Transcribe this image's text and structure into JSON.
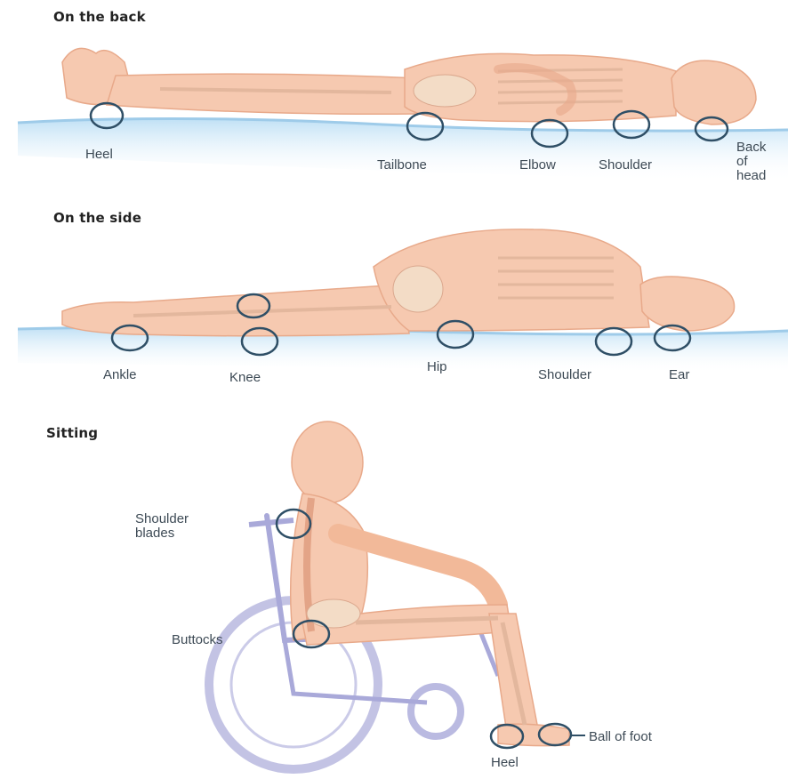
{
  "sections": {
    "back": {
      "title": "On the back",
      "labels": {
        "heel": "Heel",
        "tailbone": "Tailbone",
        "elbow": "Elbow",
        "shoulder": "Shoulder",
        "back_of_head": "Back\nof\nhead"
      }
    },
    "side": {
      "title": "On the side",
      "labels": {
        "ankle": "Ankle",
        "knee": "Knee",
        "hip": "Hip",
        "shoulder": "Shoulder",
        "ear": "Ear"
      }
    },
    "sitting": {
      "title": "Sitting",
      "labels": {
        "shoulder_blades": "Shoulder\nblades",
        "buttocks": "Buttocks",
        "heel": "Heel",
        "ball_of_foot": "Ball of foot"
      }
    }
  },
  "colors": {
    "skin": "#f6c9b0",
    "skin_dark": "#e8a98a",
    "bone": "#f3dcc6",
    "mattress": "#cfe6f6",
    "mattress_edge": "#9ecbe9",
    "wheelchair": "#a9a9d9",
    "marker": "#2f4f66"
  },
  "icons": {
    "pressure_marker": "circle-outline-icon",
    "figure": "human-figure-icon",
    "wheelchair": "wheelchair-icon"
  }
}
